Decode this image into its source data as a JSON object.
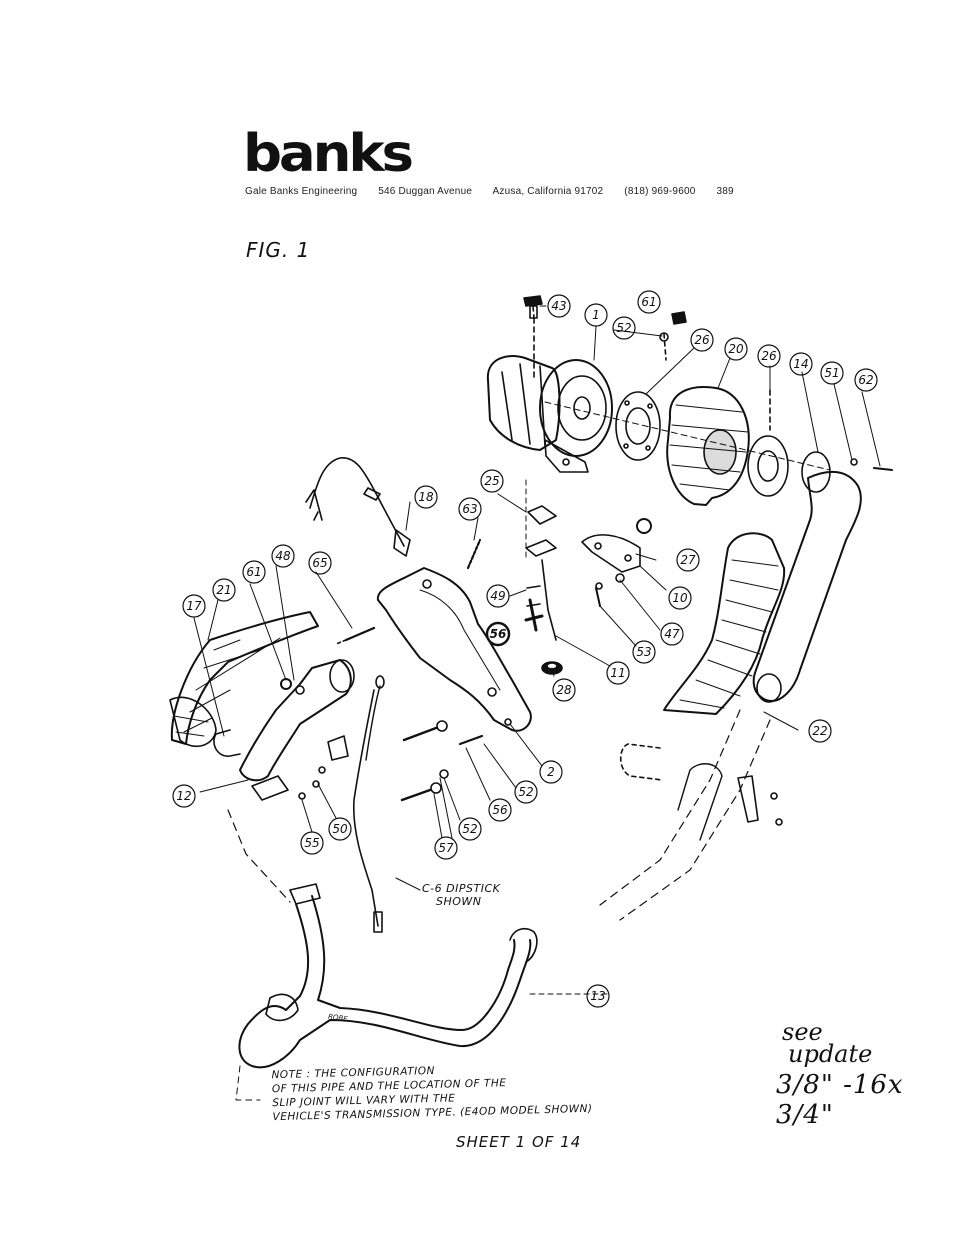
{
  "header": {
    "logo_text": "banks",
    "company": [
      "Gale Banks Engineering",
      "546 Duggan Avenue",
      "Azusa, California 91702",
      "(818) 969-9600",
      "389"
    ],
    "figure_label": "FIG. 1"
  },
  "callouts": [
    {
      "id": "c43",
      "label": "43"
    },
    {
      "id": "c1",
      "label": "1"
    },
    {
      "id": "c61a",
      "label": "61"
    },
    {
      "id": "c52a",
      "label": "52"
    },
    {
      "id": "c26a",
      "label": "26"
    },
    {
      "id": "c20",
      "label": "20"
    },
    {
      "id": "c26b",
      "label": "26"
    },
    {
      "id": "c14",
      "label": "14"
    },
    {
      "id": "c51",
      "label": "51"
    },
    {
      "id": "c62",
      "label": "62"
    },
    {
      "id": "c18",
      "label": "18"
    },
    {
      "id": "c25",
      "label": "25"
    },
    {
      "id": "c63",
      "label": "63"
    },
    {
      "id": "c27",
      "label": "27"
    },
    {
      "id": "c10",
      "label": "10"
    },
    {
      "id": "c48",
      "label": "48"
    },
    {
      "id": "c65",
      "label": "65"
    },
    {
      "id": "c61b",
      "label": "61"
    },
    {
      "id": "c21",
      "label": "21"
    },
    {
      "id": "c17",
      "label": "17"
    },
    {
      "id": "c49",
      "label": "49"
    },
    {
      "id": "c47",
      "label": "47"
    },
    {
      "id": "c56a",
      "label": "56"
    },
    {
      "id": "c53",
      "label": "53"
    },
    {
      "id": "c28",
      "label": "28"
    },
    {
      "id": "c11",
      "label": "11"
    },
    {
      "id": "c22",
      "label": "22"
    },
    {
      "id": "c12",
      "label": "12"
    },
    {
      "id": "c2",
      "label": "2"
    },
    {
      "id": "c52b",
      "label": "52"
    },
    {
      "id": "c56b",
      "label": "56"
    },
    {
      "id": "c52c",
      "label": "52"
    },
    {
      "id": "c50",
      "label": "50"
    },
    {
      "id": "c55",
      "label": "55"
    },
    {
      "id": "c57",
      "label": "57"
    },
    {
      "id": "c13",
      "label": "13"
    }
  ],
  "annotations": {
    "dipstick": [
      "C-6 DIPSTICK",
      "SHOWN"
    ],
    "robe": "ROBE",
    "note": [
      "NOTE : THE CONFIGURATION",
      "OF THIS PIPE AND THE LOCATION OF THE",
      "SLIP JOINT WILL VARY WITH THE",
      "VEHICLE'S TRANSMISSION TYPE. (E4OD MODEL SHOWN)"
    ],
    "sheet": "SHEET 1 OF 14",
    "handwritten": {
      "line1": "see",
      "line2": "update",
      "spec": "3/8\" -16x 3/4\""
    }
  }
}
